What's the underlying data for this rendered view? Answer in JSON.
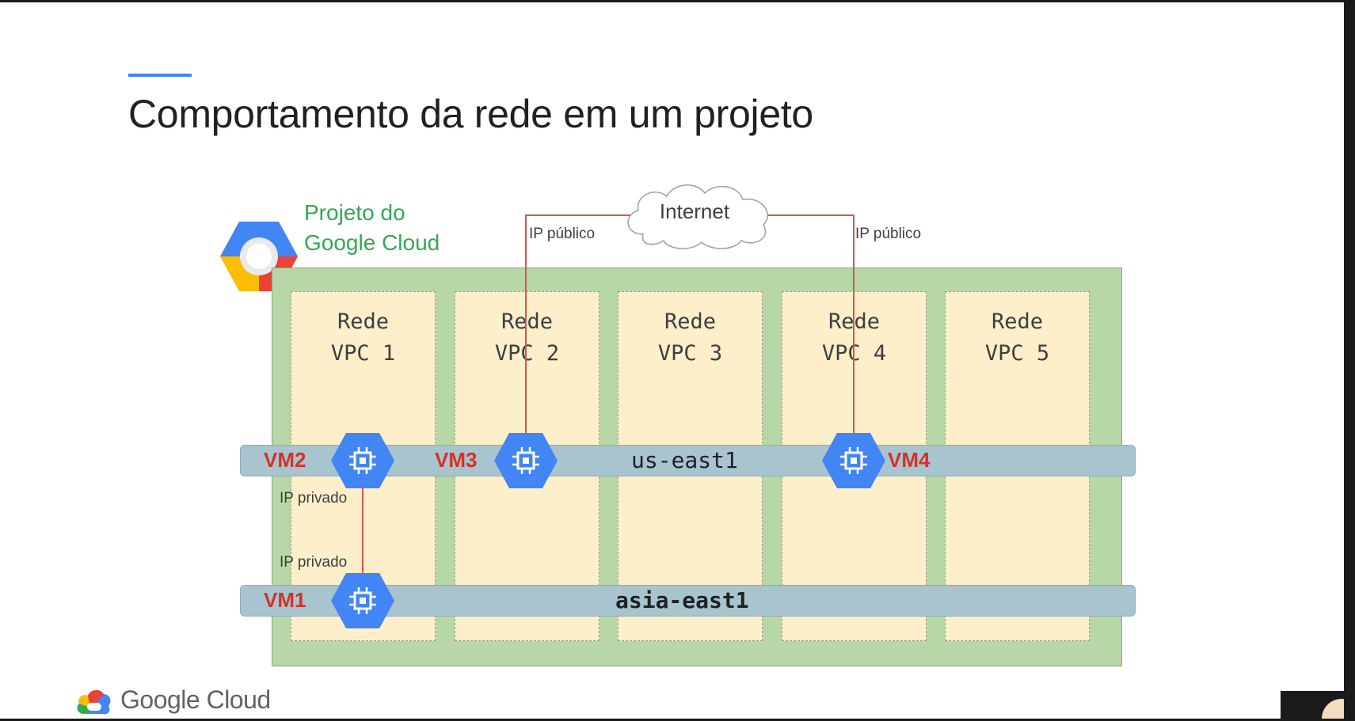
{
  "slide": {
    "title": "Comportamento da rede em um projeto"
  },
  "project": {
    "label_line1": "Projeto do",
    "label_line2": "Google Cloud"
  },
  "networks": [
    {
      "line1": "Rede",
      "line2": "VPC 1"
    },
    {
      "line1": "Rede",
      "line2": "VPC 2"
    },
    {
      "line1": "Rede",
      "line2": "VPC 3"
    },
    {
      "line1": "Rede",
      "line2": "VPC 4"
    },
    {
      "line1": "Rede",
      "line2": "VPC 5"
    }
  ],
  "regions": {
    "us": "us-east1",
    "asia": "asia-east1"
  },
  "vms": {
    "vm1": "VM1",
    "vm2": "VM2",
    "vm3": "VM3",
    "vm4": "VM4"
  },
  "internet": {
    "label": "Internet"
  },
  "ip_labels": {
    "public": "IP público",
    "private": "IP privado"
  },
  "footer": {
    "brand": "Google Cloud"
  },
  "colors": {
    "accent": "#4285f4",
    "project_green": "#34a853",
    "vm_label_red": "#d93025",
    "connection_red": "#d9534f",
    "vpc_fill": "#fcefca",
    "project_fill": "#b7d7a8",
    "region_fill": "#a7c4cf"
  }
}
